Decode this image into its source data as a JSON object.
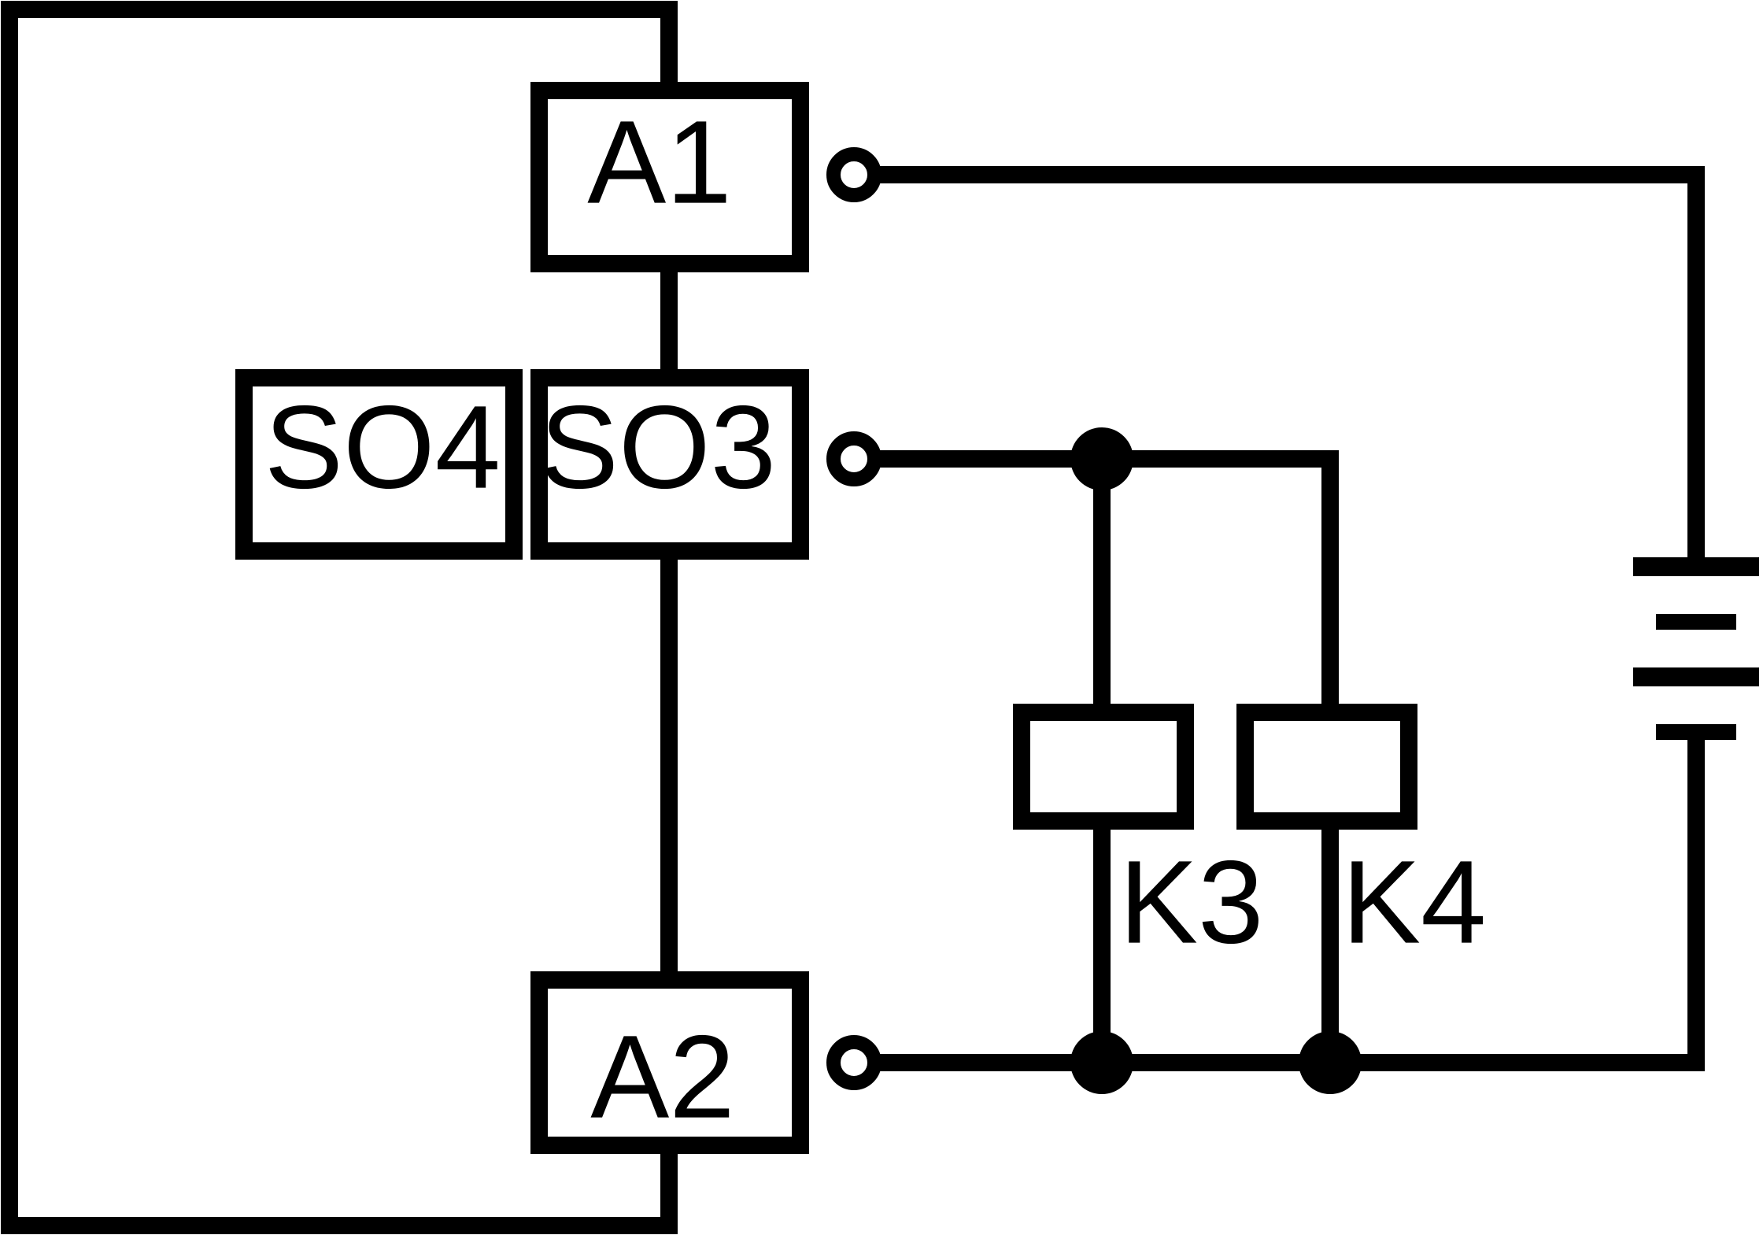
{
  "diagram": {
    "labels": {
      "a1": "A1",
      "a2": "A2",
      "so3": "SO3",
      "so4": "SO4",
      "k3": "K3",
      "k4": "K4"
    },
    "colors": {
      "line": "#000000",
      "background": "#ffffff"
    }
  }
}
